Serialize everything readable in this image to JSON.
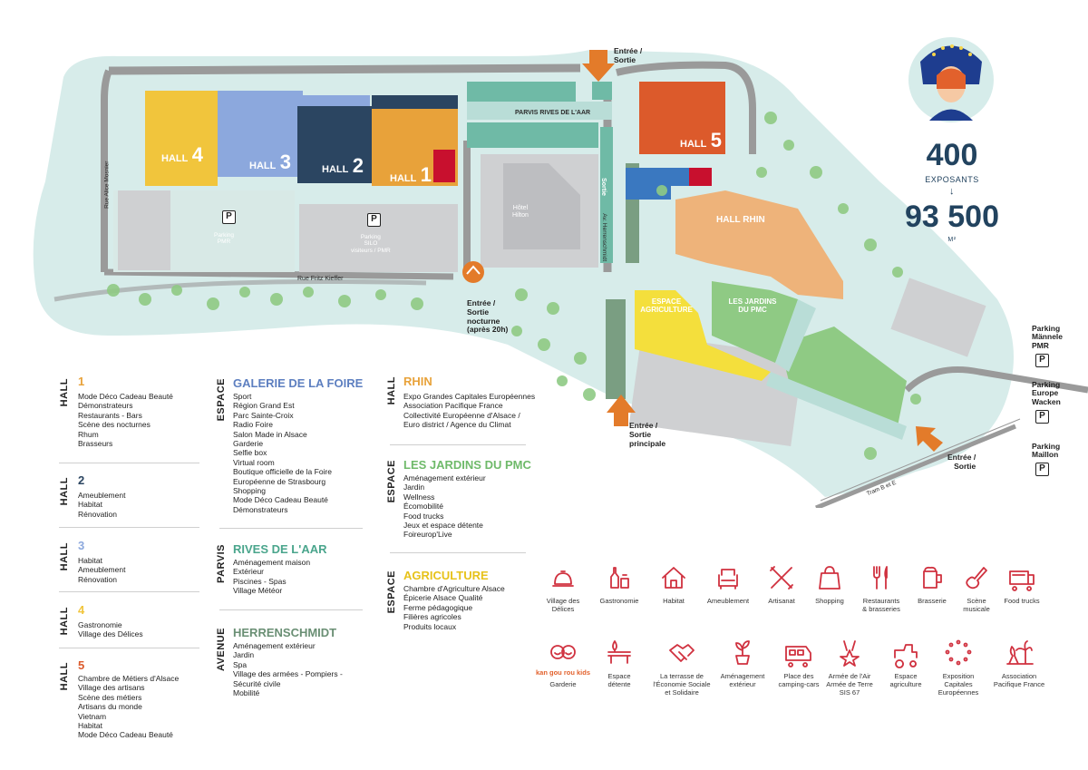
{
  "colors": {
    "hall1": "#e8a23a",
    "hall2": "#2b4561",
    "hall3": "#8ca8dd",
    "hall4": "#f1c53c",
    "hall5": "#dc5a2b",
    "rhin": "#eeb37a",
    "pmc": "#8fca84",
    "agri": "#f4df3c",
    "teal": "#6fbaa6",
    "road": "#9a9a9a",
    "grey": "#cfd0d2",
    "bg": "#d7ecea",
    "accent": "#d0313f",
    "orange": "#e37b2a"
  },
  "map": {
    "halls": {
      "h1": {
        "word": "HALL",
        "num": "1"
      },
      "h2": {
        "word": "HALL",
        "num": "2"
      },
      "h3": {
        "word": "HALL",
        "num": "3"
      },
      "h4": {
        "word": "HALL",
        "num": "4"
      },
      "h5": {
        "word": "HALL",
        "num": "5"
      }
    },
    "hall_rhin": "HALL RHIN",
    "espace_agriculture": "ESPACE\nAGRICULTURE",
    "jardins_pmc": "LES JARDINS\nDU PMC",
    "parvis_rives": "PARVIS RIVES DE L'AAR",
    "hotel": "Hôtel\nHilton",
    "parking_pmr": "Parking\nPMR",
    "parking_silo": "Parking\nSILO\nvisiteurs / PMR",
    "rue_fritz": "Rue Fritz Kieffer",
    "rue_alice": "Rue Alice Mosnier",
    "av_herrenschmidt": "Av. Herrenschmidt",
    "sortie_vertical": "Sortie",
    "tram": "Tram B et E",
    "parking_letter": "P",
    "kangourou": "kan gou rou",
    "entries": {
      "top": "Entrée /\nSortie",
      "night": "Entrée /\nSortie\nnocturne\n(après 20h)",
      "main": "Entrée /\nSortie\nprincipale",
      "right": "Entrée /\nSortie"
    },
    "ext_parkings": {
      "mannele": "Parking\nMännele\nPMR",
      "europe": "Parking\nEurope\nWacken",
      "maillon": "Parking\nMaillon"
    }
  },
  "stats": {
    "exposants_count": "400",
    "exposants_label": "EXPOSANTS",
    "arrow": "↓",
    "area": "93 500",
    "area_unit": "M²"
  },
  "legend": {
    "hall1": {
      "side": "HALL",
      "num": "1",
      "items": [
        "Mode Déco Cadeau Beauté",
        "Démonstrateurs",
        "Restaurants - Bars",
        "Scène des nocturnes",
        "Rhum",
        "Brasseurs"
      ]
    },
    "hall2": {
      "side": "HALL",
      "num": "2",
      "items": [
        "Ameublement",
        "Habitat",
        "Rénovation"
      ]
    },
    "hall3": {
      "side": "HALL",
      "num": "3",
      "items": [
        "Habitat",
        "Ameublement",
        "Rénovation"
      ]
    },
    "hall4": {
      "side": "HALL",
      "num": "4",
      "items": [
        "Gastronomie",
        "Village des Délices"
      ]
    },
    "hall5": {
      "side": "HALL",
      "num": "5",
      "items": [
        "Chambre de Métiers d'Alsace",
        "Village des artisans",
        "Scène des métiers",
        "Artisans du monde",
        "Vietnam",
        "Habitat",
        "Mode Déco Cadeau Beauté"
      ]
    },
    "galerie": {
      "side": "ESPACE",
      "title": "GALERIE DE LA FOIRE",
      "items": [
        "Sport",
        "Région Grand Est",
        "Parc Sainte-Croix",
        "Radio Foire",
        "Salon Made in Alsace",
        "Garderie",
        "Selfie box",
        "Virtual room",
        "Boutique officielle de la Foire",
        "Européenne de Strasbourg",
        "Shopping",
        "Mode Déco Cadeau Beauté",
        "Démonstrateurs"
      ]
    },
    "parvis": {
      "side": "PARVIS",
      "title": "RIVES DE L'AAR",
      "items": [
        "Aménagement maison",
        "Extérieur",
        "Piscines - Spas",
        "Village Météor"
      ]
    },
    "avenue": {
      "side": "AVENUE",
      "title": "HERRENSCHMIDT",
      "items": [
        "Aménagement extérieur",
        "Jardin",
        "Spa",
        "Village des armées - Pompiers -",
        "Sécurité civile",
        "Mobilité"
      ]
    },
    "rhin": {
      "side": "HALL",
      "title": "RHIN",
      "items": [
        "Expo Grandes Capitales Européennes",
        "Association Pacifique France",
        "Collectivité Européenne d'Alsace /",
        "Euro district / Agence du Climat"
      ]
    },
    "jardins": {
      "side": "ESPACE",
      "title": "LES JARDINS DU PMC",
      "items": [
        "Aménagement extérieur",
        "Jardin",
        "Wellness",
        "Écomobilité",
        "Food trucks",
        "Jeux et espace détente",
        "Foireurop'Live"
      ]
    },
    "agri": {
      "side": "ESPACE",
      "title": "AGRICULTURE",
      "items": [
        "Chambre d'Agriculture Alsace",
        "Épicerie Alsace Qualité",
        "Ferme pédagogique",
        "Filières agricoles",
        "Produits locaux"
      ]
    }
  },
  "icons_row1": [
    {
      "icon": "cloche-icon",
      "label": "Village des\nDélices"
    },
    {
      "icon": "bottles-icon",
      "label": "Gastronomie"
    },
    {
      "icon": "house-icon",
      "label": "Habitat"
    },
    {
      "icon": "armchair-icon",
      "label": "Ameublement"
    },
    {
      "icon": "tools-icon",
      "label": "Artisanat"
    },
    {
      "icon": "bag-icon",
      "label": "Shopping"
    },
    {
      "icon": "cutlery-icon",
      "label": "Restaurants\n& brasseries"
    },
    {
      "icon": "beer-icon",
      "label": "Brasserie"
    },
    {
      "icon": "guitar-icon",
      "label": "Scène\nmusicale"
    },
    {
      "icon": "truck-icon",
      "label": "Food trucks"
    }
  ],
  "icons_row2": [
    {
      "icon": "kids-icon",
      "label": "Garderie"
    },
    {
      "icon": "bench-icon",
      "label": "Espace\ndétente"
    },
    {
      "icon": "handshake-icon",
      "label": "La terrasse de\nl'Économie Sociale\net Solidaire"
    },
    {
      "icon": "plant-icon",
      "label": "Aménagement\nextérieur"
    },
    {
      "icon": "campervan-icon",
      "label": "Place des\ncamping-cars"
    },
    {
      "icon": "medal-icon",
      "label": "Armée de l'Air\nArmée de Terre\nSIS 67"
    },
    {
      "icon": "tractor-icon",
      "label": "Espace\nagriculture"
    },
    {
      "icon": "stars-icon",
      "label": "Exposition\nCapitales\nEuropéennes"
    },
    {
      "icon": "palm-icon",
      "label": "Association\nPacifique France"
    }
  ],
  "kids_brand": {
    "text": "kan gou rou",
    "tag": "kids"
  }
}
